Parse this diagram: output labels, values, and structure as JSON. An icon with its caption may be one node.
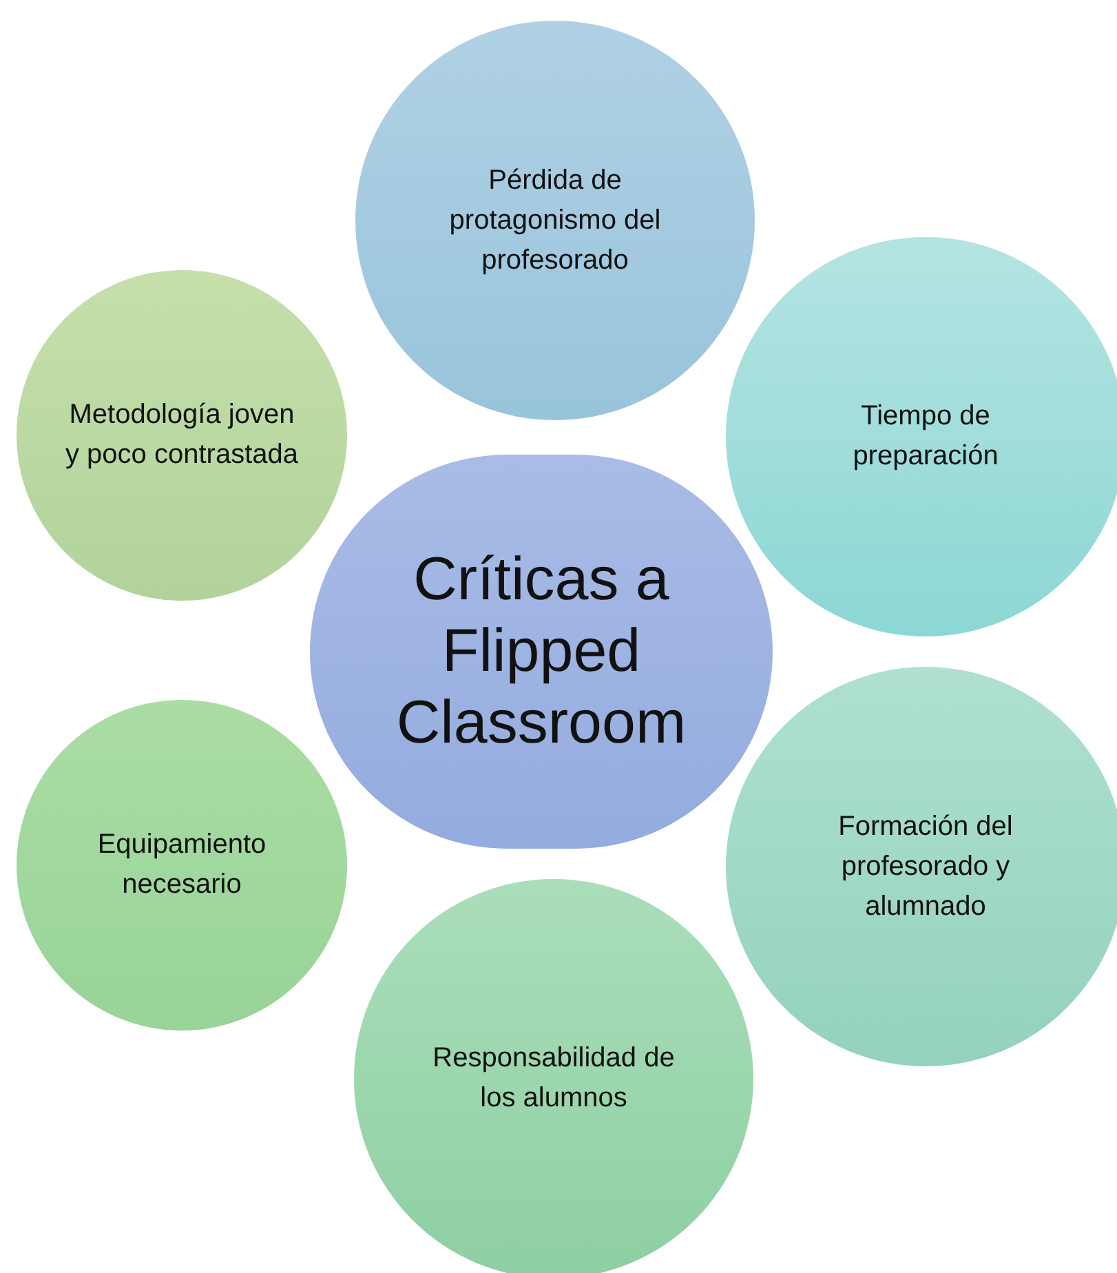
{
  "diagram": {
    "nodes": [
      {
        "text": [
          "Críticas a Flipped Classroom"
        ]
      },
      {
        "text": [
          "Pérdida de protagonismo del profesorado"
        ]
      },
      {
        "text": [
          "Tiempo de preparación"
        ]
      },
      {
        "text": [
          "Formación del profesorado y alumnado"
        ]
      },
      {
        "text": [
          "Responsabilidad de los alumnos"
        ]
      },
      {
        "text": [
          "Equipamiento necesario"
        ]
      },
      {
        "text": [
          "Metodología joven y poco contrastada"
        ]
      }
    ]
  }
}
